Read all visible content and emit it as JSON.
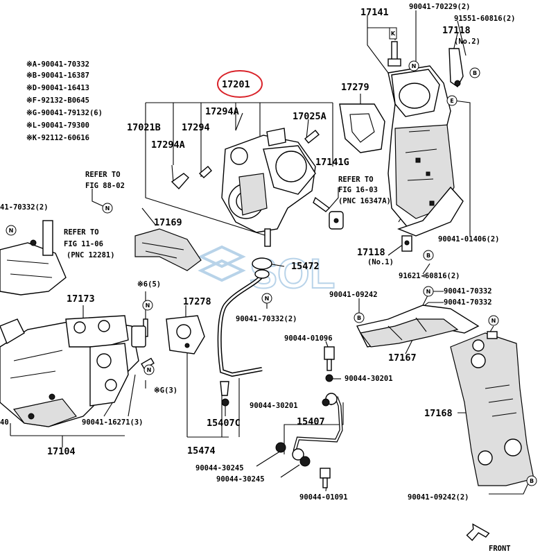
{
  "legend": [
    "※A-90041-70332",
    "※B-90041-16387",
    "※D-90041-16413",
    "※F-92132-B0645",
    "※G-90041-79132(6)",
    "※L-90041-79300",
    "※K-92112-60616"
  ],
  "labels": {
    "p17141": "17141",
    "p90041_70229": "90041-70229(2)",
    "p91551": "91551-60816(2)",
    "p17118_no2": "17118",
    "no2": "(No.2)",
    "p17201": "17201",
    "p17279": "17279",
    "p17294a_top": "17294A",
    "p17025a": "17025A",
    "p17021b": "17021B",
    "p17294": "17294",
    "p17294a": "17294A",
    "p17141g": "17141G",
    "refer1a": "REFER TO",
    "refer1b": "FIG 88-02",
    "refer2a": "REFER TO",
    "refer2b": "FIG 16-03",
    "refer2c": "(PNC 16347A)",
    "left_70332": "41-70332(2)",
    "p17169": "17169",
    "refer3a": "REFER TO",
    "refer3b": "FIG 11-06",
    "refer3c": "(PNC 12281)",
    "p90041_01406": "90041-01406(2)",
    "p17118_no1": "17118",
    "no1": "(No.1)",
    "p15472": "15472",
    "p91621": "91621-60816(2)",
    "n6_5": "※6(5)",
    "p17173": "17173",
    "p17278": "17278",
    "p90041_09242a": "90041-09242",
    "p90041_70332r1": "90041-70332",
    "p90041_70332r2": "90041-70332",
    "p90041_70332c": "90041-70332(2)",
    "p90044_01096": "90044-01096",
    "p17167": "17167",
    "p90044_30201a": "90044-30201",
    "n6_3": "※G(3)",
    "p90041_16271": "90041-16271(3)",
    "left_40": "40",
    "p15407c": "15407C",
    "p90044_30201b": "90044-30201",
    "p15407": "15407",
    "p17168": "17168",
    "p17104": "17104",
    "p15474": "15474",
    "p90044_30245a": "90044-30245",
    "p90044_30245b": "90044-30245",
    "p90044_01091": "90044-01091",
    "p90041_09242b": "90041-09242(2)",
    "front": "FRONT",
    "watermark": "SOL"
  },
  "tags": {
    "t_k": "K",
    "t_n_top": "N",
    "t_b_top": "B",
    "t_e": "E",
    "t_n_ref": "N",
    "t_n_left": "N",
    "t_b_mid": "B",
    "t_n_mid": "N",
    "t_n_6": "N",
    "t_b_242": "B",
    "t_n_703": "N",
    "t_n_rt": "N",
    "t_n_17278": "N",
    "t_b_low": "B"
  },
  "colors": {
    "highlight": "#d9232a",
    "watermark": "#7fb0d8"
  }
}
